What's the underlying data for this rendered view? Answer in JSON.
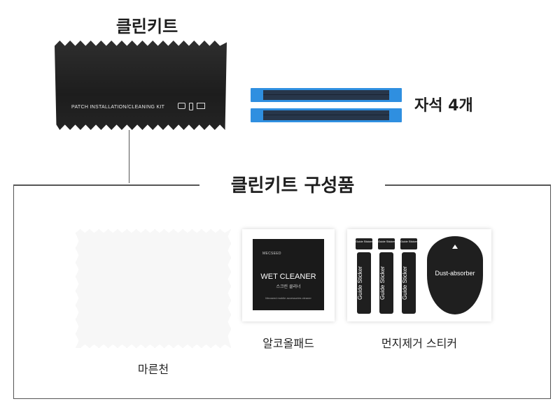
{
  "header": {
    "kit_title": "클린키트",
    "pouch_text": "PATCH INSTALLATION/CLEANING KIT",
    "magnet_label": "자석 4개"
  },
  "section": {
    "title": "클린키트 구성품"
  },
  "items": [
    {
      "label": "마른천"
    },
    {
      "label": "알코올패드"
    },
    {
      "label": "먼지제거 스티커"
    }
  ],
  "wet_cleaner": {
    "brand": "MECSEED",
    "title": "WET CLEANER",
    "subtitle": "스크린 클리너",
    "footer": "Mecseed mobile accessories cleaner"
  },
  "stickers": {
    "guide_tag": "Guide Sticker",
    "guide_text": "Guide Sticker",
    "dust_text": "Dust-absorber"
  },
  "colors": {
    "magnet_blue": "#2f8fe0",
    "magnet_band": "#27364a",
    "dark_item": "#1f1f1f"
  }
}
